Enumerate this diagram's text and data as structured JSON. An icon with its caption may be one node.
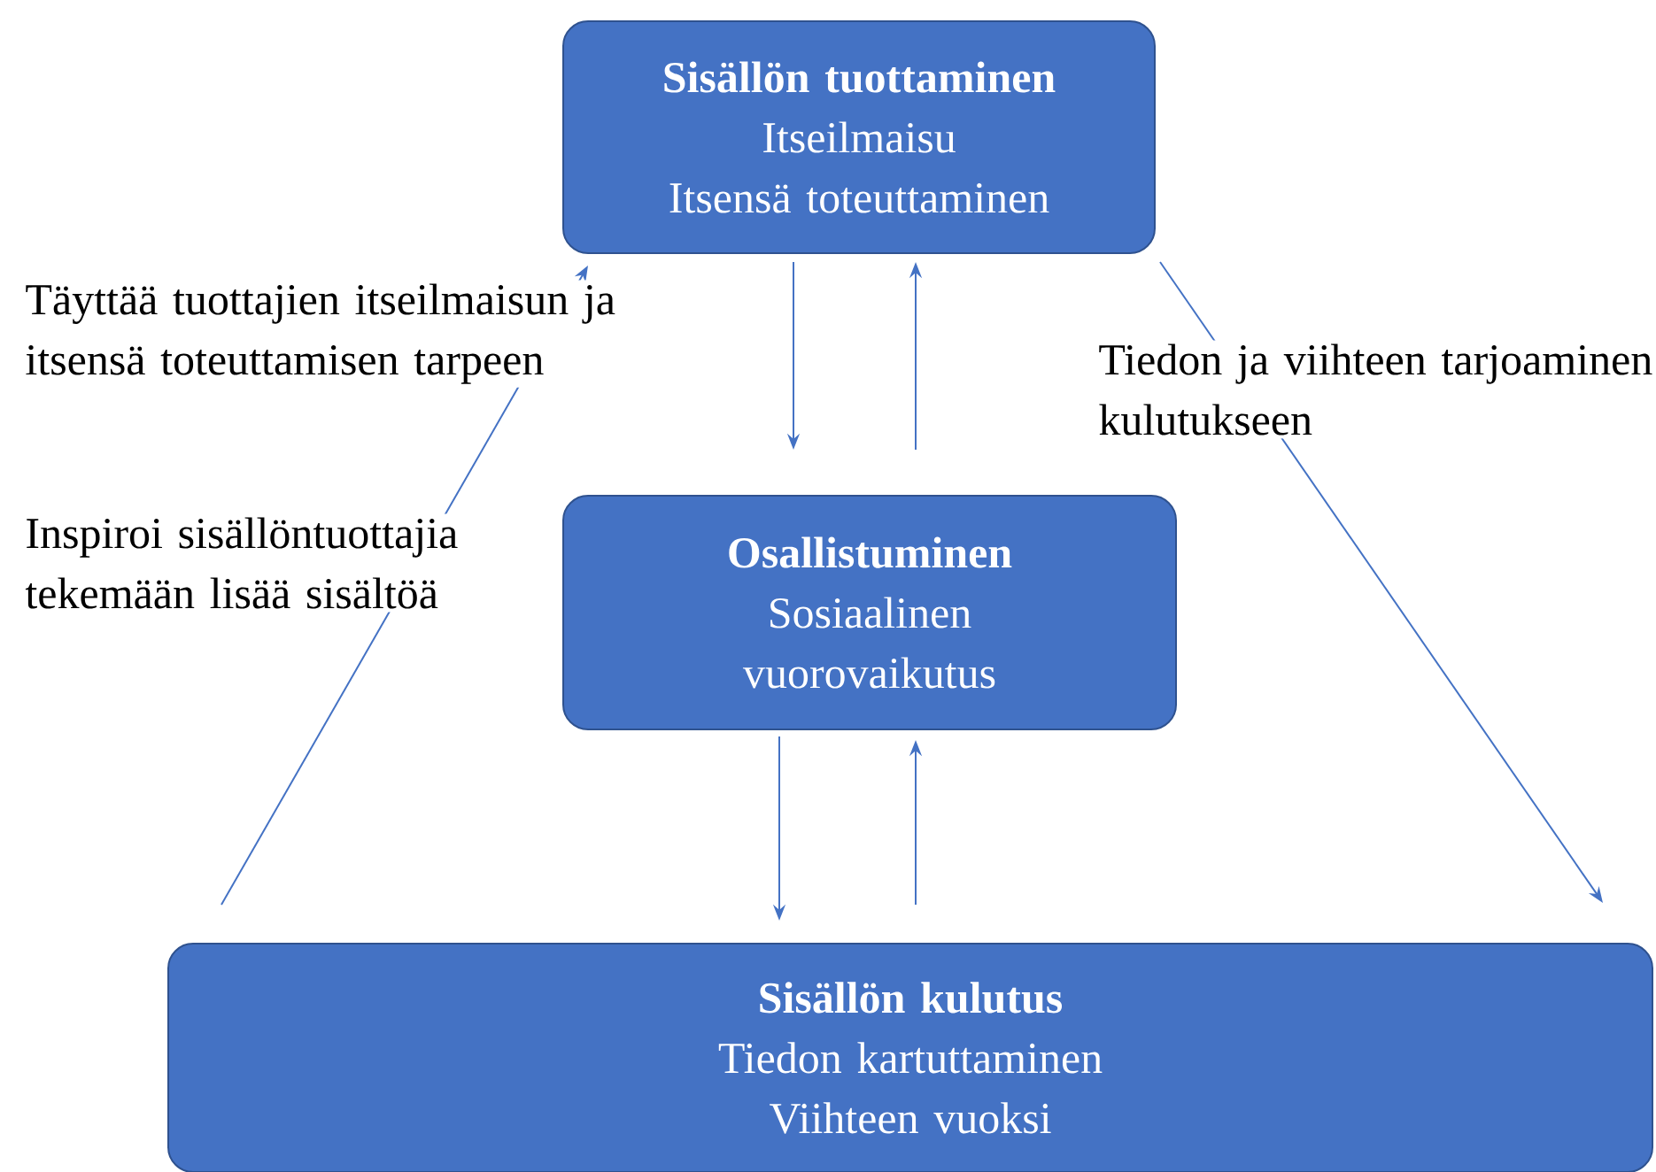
{
  "diagram": {
    "nodes": [
      {
        "text": [
          "Sisällön tuottaminen",
          "Itseilmaisu",
          "Itsensä toteuttaminen"
        ]
      },
      {
        "text": [
          "Osallistuminen",
          "Sosiaalinen vuorovaikutus"
        ]
      },
      {
        "text": [
          "Sisällön kulutus",
          "Tiedon kartuttaminen",
          "Viihteen vuoksi"
        ]
      }
    ],
    "edges": [
      {
        "from": 0,
        "to": 1,
        "arrow": "to"
      },
      {
        "from": 1,
        "to": 0,
        "arrow": "to"
      },
      {
        "from": 1,
        "to": 2,
        "arrow": "to"
      },
      {
        "from": 2,
        "to": 1,
        "arrow": "to"
      },
      {
        "from": 2,
        "to": 0,
        "arrow": "to"
      },
      {
        "from": 0,
        "to": 2,
        "arrow": "to"
      }
    ],
    "labels": [
      "Täyttää tuottajien itseilmaisun ja itsensä toteuttamisen tarpeen",
      "Tiedon ja viihteen tarjoaminen kulutukseen",
      "Inspiroi sisällöntuottajia tekemään lisää sisältöä"
    ]
  }
}
